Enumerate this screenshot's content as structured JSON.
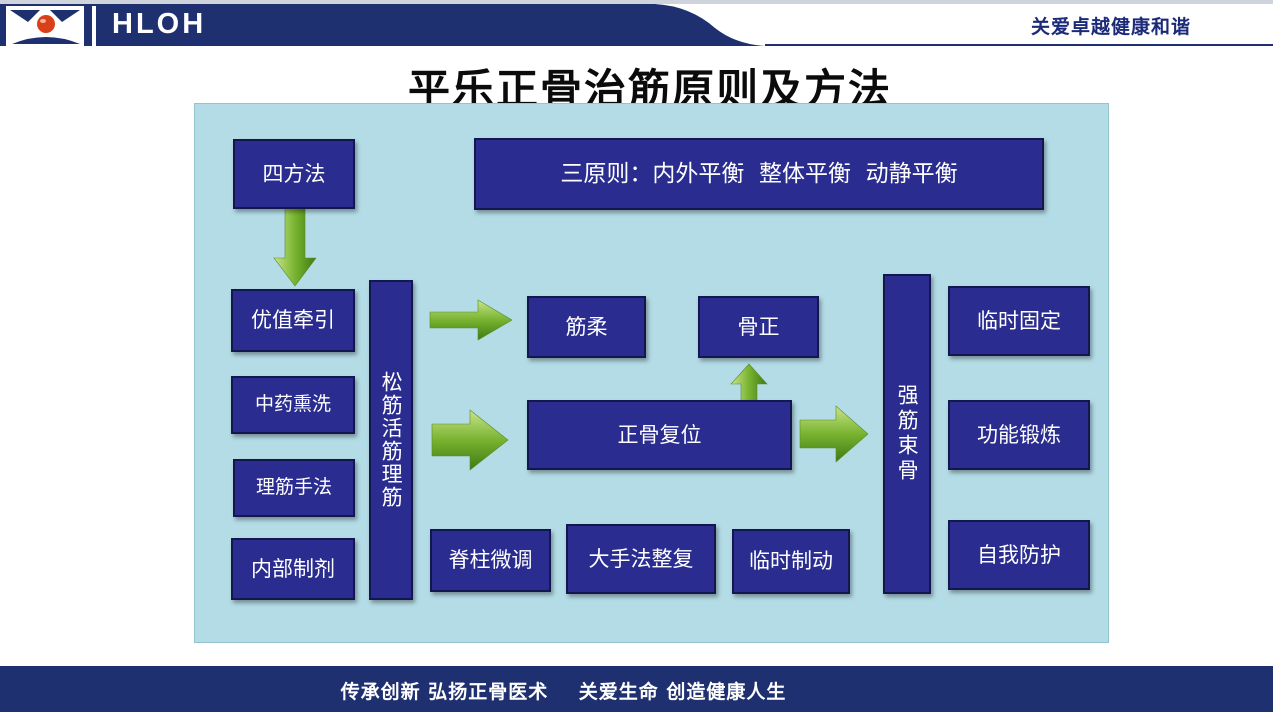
{
  "header": {
    "brand": "HLOH",
    "slogan": "关爱卓越健康和谐",
    "logo_icon": "hloh-logo-icon",
    "colors": {
      "band": "#1f3070",
      "accent": "#d9401a"
    }
  },
  "title": "平乐正骨治筋原则及方法",
  "diagram": {
    "principles": "三原则：内外平衡  整体平衡  动静平衡",
    "methods_header": "四方法",
    "methods": [
      "优值牵引",
      "中药熏洗",
      "理筋手法",
      "内部制剂"
    ],
    "relax_column": "松筋活筋理筋",
    "soft_tendon": "筋柔",
    "bone_aligned": "骨正",
    "reduction": "正骨复位",
    "techniques": [
      "脊柱微调",
      "大手法整复",
      "临时制动"
    ],
    "strengthen_column": "强筋束骨",
    "outcomes": [
      "临时固定",
      "功能锻炼",
      "自我防护"
    ],
    "colors": {
      "box": "#2a2d8f",
      "panel": "#b4dce6",
      "arrow": "#6fa82a"
    }
  },
  "footer": {
    "slogan": "传承创新 弘扬正骨医术    关爱生命 创造健康人生"
  }
}
